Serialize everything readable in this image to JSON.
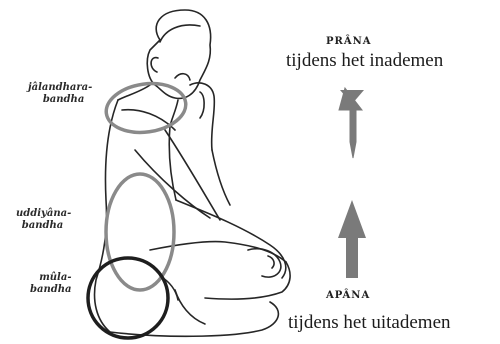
{
  "labels": {
    "jalandhara": [
      "jâlandhara-",
      "bandha"
    ],
    "uddiyana": [
      "uddiyâna-",
      "bandha"
    ],
    "mula": [
      "mûla-",
      "bandha"
    ]
  },
  "prana": {
    "title": "PRÂNA",
    "subtitle": "tijdens het inademen",
    "direction": "down"
  },
  "apana": {
    "title": "APÂNA",
    "subtitle": "tijdens het uitademen",
    "direction": "up"
  },
  "colors": {
    "ring_light": "#8a8a8a",
    "ring_dark": "#1e1e1e",
    "arrow": "#7a7a7a",
    "line": "#262626"
  }
}
